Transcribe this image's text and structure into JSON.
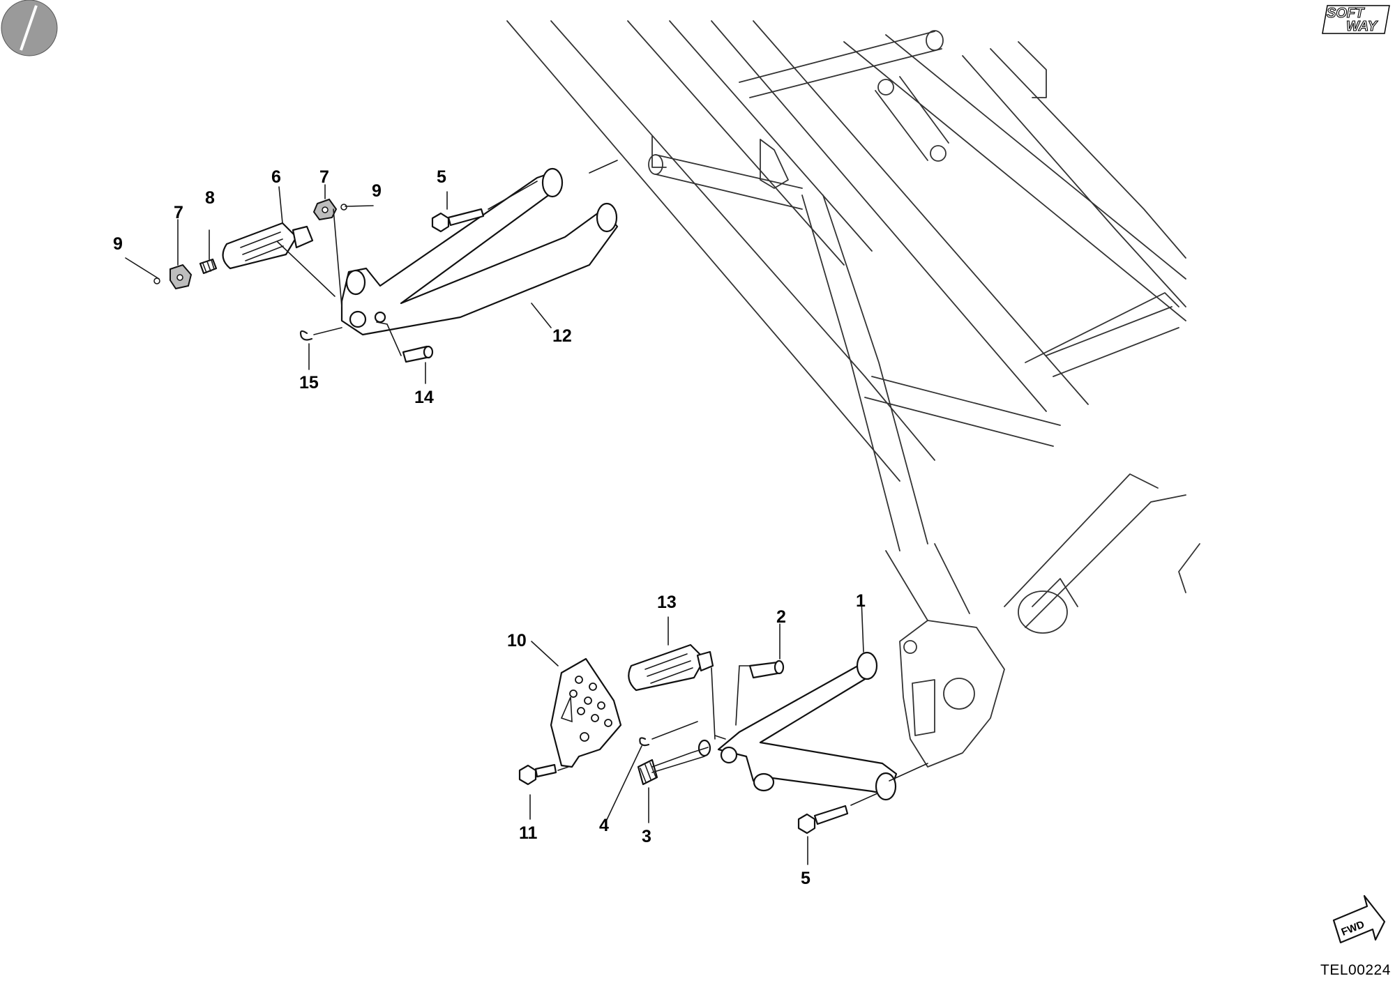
{
  "callouts": [
    {
      "id": "c1",
      "label": "1"
    },
    {
      "id": "c2",
      "label": "2"
    },
    {
      "id": "c3",
      "label": "3"
    },
    {
      "id": "c4",
      "label": "4"
    },
    {
      "id": "c5a",
      "label": "5"
    },
    {
      "id": "c5b",
      "label": "5"
    },
    {
      "id": "c6",
      "label": "6"
    },
    {
      "id": "c7a",
      "label": "7"
    },
    {
      "id": "c7b",
      "label": "7"
    },
    {
      "id": "c8",
      "label": "8"
    },
    {
      "id": "c9a",
      "label": "9"
    },
    {
      "id": "c9b",
      "label": "9"
    },
    {
      "id": "c10",
      "label": "10"
    },
    {
      "id": "c11",
      "label": "11"
    },
    {
      "id": "c12",
      "label": "12"
    },
    {
      "id": "c13",
      "label": "13"
    },
    {
      "id": "c14",
      "label": "14"
    },
    {
      "id": "c15",
      "label": "15"
    }
  ],
  "figure_code": "TEL00224",
  "fwd_label": "FWD",
  "brand_logo": {
    "line1": "SOFT",
    "line2": "WAY"
  }
}
